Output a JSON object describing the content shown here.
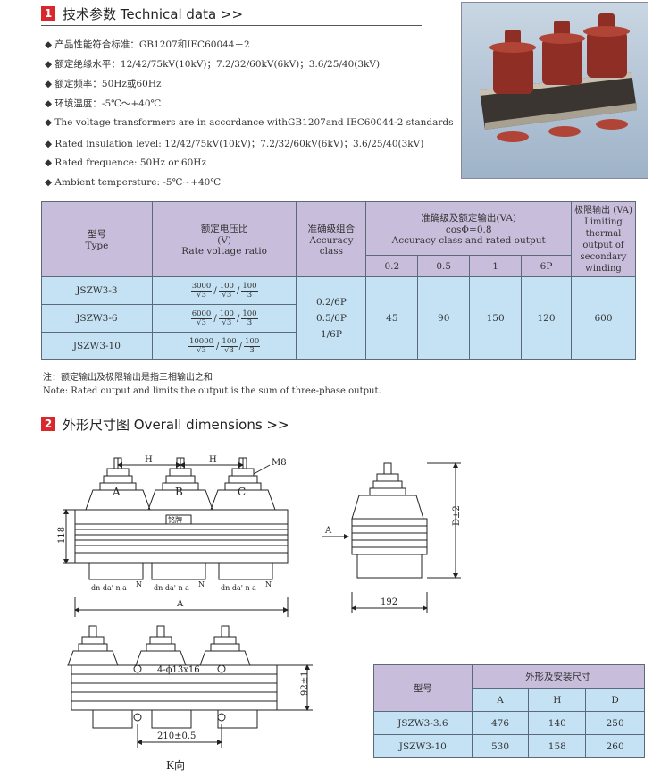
{
  "section1": {
    "num": "1",
    "title": "技术参数 Technical data   >>"
  },
  "bullets": [
    "◆ 产品性能符合标准：GB1207和IEC60044－2",
    "◆ 额定绝缘水平：12/42/75kV(10kV)；7.2/32/60kV(6kV)；3.6/25/40(3kV)",
    "◆ 额定频率：50Hz或60Hz",
    "◆ 环境温度：-5℃～+40℃",
    "◆ The voltage transformers are in accordance withGB1207and IEC60044-2 standards",
    "◆ Rated insulation level: 12/42/75kV(10kV)；7.2/32/60kV(6kV)；3.6/25/40(3kV)",
    "◆ Rated frequence: 50Hz or 60Hz",
    "◆ Ambient tempersture: -5℃~+40℃"
  ],
  "tech_table": {
    "type_cn": "型号",
    "type_en": "Type",
    "ratio_cn": "额定电压比",
    "ratio_unit": "(V)",
    "ratio_en": "Rate voltage ratio",
    "acc_cn": "准确级组合",
    "acc_en1": "Accuracy",
    "acc_en2": "class",
    "out_cn": "准确级及额定输出(VA)",
    "out_cos": "cosΦ=0.8",
    "out_en": "Accuracy class and rated output",
    "lim_cn": "极限输出 (VA)",
    "lim_en": [
      "Limiting thermal",
      "output of",
      "secondary",
      "winding"
    ],
    "classes": [
      "0.2",
      "0.5",
      "1",
      "6P"
    ],
    "rows": [
      {
        "type": "JSZW3-3",
        "num": "3000",
        "den": "√3",
        "s1": "100",
        "s1d": "√3",
        "s2": "100",
        "s2d": "3"
      },
      {
        "type": "JSZW3-6",
        "num": "6000",
        "den": "√3",
        "s1": "100",
        "s1d": "√3",
        "s2": "100",
        "s2d": "3"
      },
      {
        "type": "JSZW3-10",
        "num": "10000",
        "den": "√3",
        "s1": "100",
        "s1d": "√3",
        "s2": "100",
        "s2d": "3"
      }
    ],
    "accuracy": [
      "0.2/6P",
      "0.5/6P",
      "1/6P"
    ],
    "outputs": [
      "45",
      "90",
      "150",
      "120"
    ],
    "limit": "600"
  },
  "notes": {
    "cn": "注：额定输出及极限输出是指三相输出之和",
    "en": "Note: Rated output and limits the output is the sum of three-phase output."
  },
  "section2": {
    "num": "2",
    "title": "外形尺寸图 Overall dimensions   >>"
  },
  "drawing": {
    "H": "H",
    "M8": "M8",
    "A": "A",
    "B": "B",
    "C": "C",
    "plate": "铭牌",
    "dim118": "118",
    "dimA": "A",
    "dimD": "D±2",
    "dim192": "192",
    "arrowA": "A",
    "holes": "4-ϕ13x16",
    "dim92": "92±1",
    "dim210": "210±0.5",
    "kview": "K向",
    "term": "dn da' n a",
    "termN": "N"
  },
  "dim_table": {
    "type": "型号",
    "title": "外形及安装尺寸",
    "cols": [
      "A",
      "H",
      "D"
    ],
    "rows": [
      {
        "type": "JSZW3-3.6",
        "A": "476",
        "H": "140",
        "D": "250"
      },
      {
        "type": "JSZW3-10",
        "A": "530",
        "H": "158",
        "D": "260"
      }
    ]
  },
  "colors": {
    "accent": "#d9272e",
    "header_bg": "#c9bddc",
    "body_bg": "#c4e2f4"
  }
}
